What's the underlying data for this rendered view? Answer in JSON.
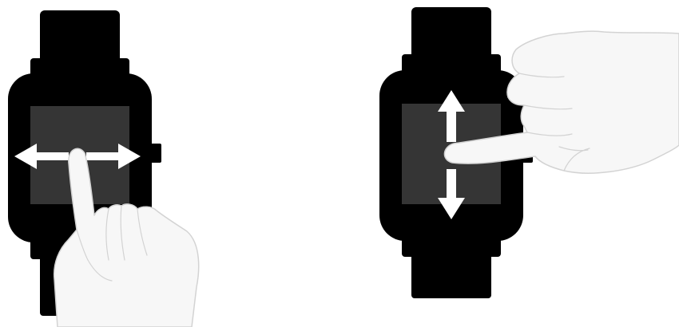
{
  "illustrations": [
    {
      "gesture": "swipe-horizontal",
      "arrows": [
        "left",
        "right"
      ],
      "hand": "index-finger-on-screen"
    },
    {
      "gesture": "swipe-vertical",
      "arrows": [
        "up",
        "down"
      ],
      "hand": "index-finger-from-right"
    }
  ],
  "colors": {
    "background": "#ffffff",
    "watch_body": "#000000",
    "watch_screen": "#353535",
    "arrow": "#ffffff",
    "hand_fill": "#f7f7f7",
    "hand_outline": "#d3d3d3"
  },
  "icons": {
    "left_arrow": "arrow-left-icon",
    "right_arrow": "arrow-right-icon",
    "up_arrow": "arrow-up-icon",
    "down_arrow": "arrow-down-icon"
  }
}
